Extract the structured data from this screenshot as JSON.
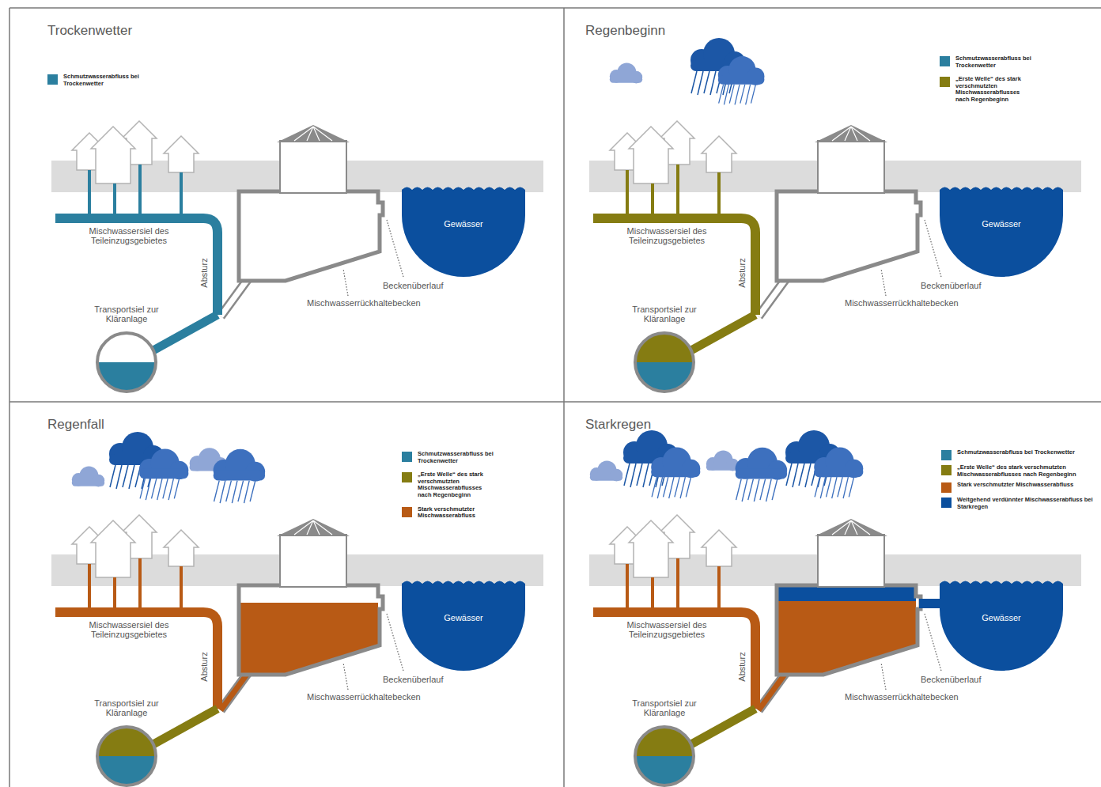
{
  "diagram": {
    "nodes": [
      {
        "text": [
          "Trockenwetter"
        ]
      },
      {
        "text": [
          "Gewässer"
        ],
        "in": 0
      },
      {
        "text": [
          "Transportsiel zur Kläranlage"
        ],
        "in": 0
      },
      {
        "text": [
          "Regenbeginn"
        ]
      },
      {
        "text": [
          "Gewässer"
        ],
        "in": 3
      },
      {
        "text": [
          "Transportsiel zur Kläranlage"
        ],
        "in": 3
      },
      {
        "text": [
          "Regenfall"
        ]
      },
      {
        "text": [
          "Gewässer"
        ],
        "in": 6
      },
      {
        "text": [
          "Transportsiel zur Kläranlage"
        ],
        "in": 6
      },
      {
        "text": [
          "Starkregen"
        ]
      },
      {
        "text": [
          "Gewässer"
        ],
        "in": 9
      },
      {
        "text": [
          "Transportsiel zur Kläranlage"
        ],
        "in": 9
      }
    ],
    "labels": [
      "Mischwassersiel des Teileinzugsgebietes",
      "Absturz",
      "Beckenüberlauf",
      "Mischwasserrückhaltebecken",
      "Mischwassersiel des Teileinzugsgebietes",
      "Absturz",
      "Beckenüberlauf",
      "Mischwasserrückhaltebecken",
      "Mischwassersiel des Teileinzugsgebietes",
      "Absturz",
      "Beckenüberlauf",
      "Mischwasserrückhaltebecken",
      "Mischwassersiel des Teileinzugsgebietes",
      "Absturz",
      "Beckenüberlauf",
      "Mischwasserrückhaltebecken"
    ],
    "legend": [
      {
        "text": "Schmutzwasserabfluss bei Trockenwetter",
        "color": "#2b7f9f"
      },
      {
        "text": "Schmutzwasserabfluss bei Trockenwetter",
        "color": "#2b7f9f"
      },
      {
        "text": "„Erste Welle“ des stark verschmutzten Mischwasserabflusses nach Regenbeginn",
        "color": "#857c12"
      },
      {
        "text": "Schmutzwasserabfluss bei Trockenwetter",
        "color": "#2b7f9f"
      },
      {
        "text": "„Erste Welle“ des stark verschmutzten Mischwasserabflusses nach Regenbeginn",
        "color": "#857c12"
      },
      {
        "text": "Stark verschmutzter Mischwasserabfluss",
        "color": "#b85a15"
      },
      {
        "text": "Schmutzwasserabfluss bei Trockenwetter",
        "color": "#2b7f9f"
      },
      {
        "text": "„Erste Welle“ des stark verschmutzten Mischwasserabflusses nach Regenbeginn",
        "color": "#857c12"
      },
      {
        "text": "Stark verschmutzter Mischwasserabfluss",
        "color": "#b85a15"
      },
      {
        "text": "Weitgehend verdünnter Mischwasserabfluss bei Starkregen",
        "color": "#0b4f9e"
      }
    ]
  }
}
